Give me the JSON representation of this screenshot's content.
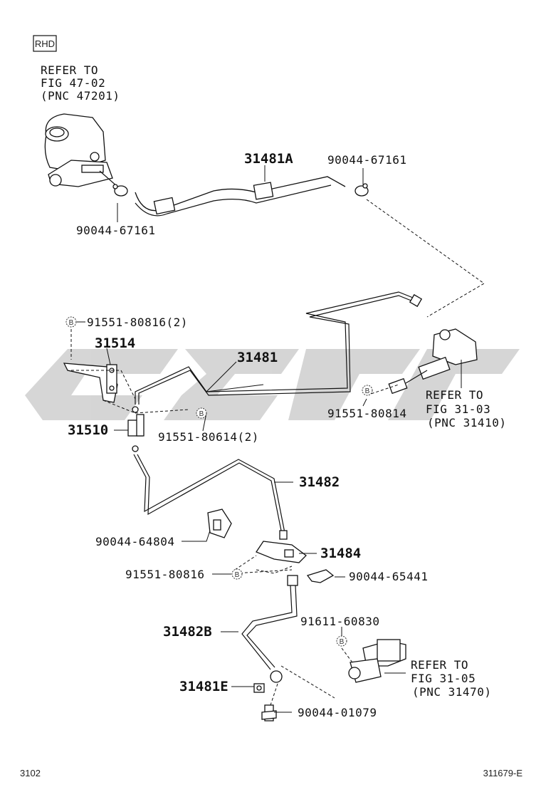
{
  "badge": "RHD",
  "refs": {
    "r1": [
      "REFER TO",
      "FIG 47-02",
      "(PNC 47201)"
    ],
    "r2": [
      "REFER TO",
      "FIG 31-03",
      "(PNC 31410)"
    ],
    "r3": [
      "REFER TO",
      "FIG 31-05",
      "(PNC 31470)"
    ]
  },
  "parts": {
    "p31481A": "31481A",
    "p90044_67161_top": "90044-67161",
    "p90044_67161_left": "90044-67161",
    "p91551_80816_2": "91551-80816(2)",
    "p31514": "31514",
    "p31481": "31481",
    "p31510": "31510",
    "p91551_80614_2": "91551-80614(2)",
    "p91551_80814": "91551-80814",
    "p31482": "31482",
    "p90044_64804": "90044-64804",
    "p31484": "31484",
    "p91551_80816": "91551-80816",
    "p90044_65441": "90044-65441",
    "p91611_60830": "91611-60830",
    "p31482B": "31482B",
    "p31481E": "31481E",
    "p90044_01079": "90044-01079"
  },
  "marker_b": "B",
  "footer": {
    "left": "3102",
    "right": "311679-E"
  }
}
